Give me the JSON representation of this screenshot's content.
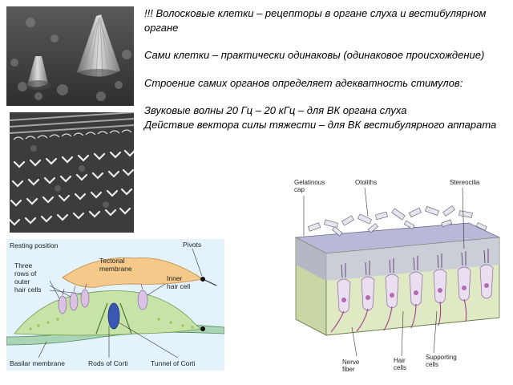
{
  "text": {
    "line1": "!!! Волосковые клетки – рецепторы в органе слуха и вестибулярном органе",
    "line2": "Сами клетки – практически одинаковы (одинаковое происхождение)",
    "line3": "Строение самих органов определяет адекватность стимулов:",
    "line4": "Звуковые волны  20 Гц – 20 кГц – для ВК органа слуха",
    "line5": "Действие вектора силы тяжести – для ВК вестибулярного аппарата"
  },
  "corti_diagram": {
    "resting_position": "Resting position",
    "pivots": "Pivots",
    "tectorial_membrane_1": "Tectorial",
    "tectorial_membrane_2": "membrane",
    "three_rows_1": "Three",
    "three_rows_2": "rows of",
    "three_rows_3": "outer",
    "three_rows_4": "hair cells",
    "inner_hair_cell_1": "Inner",
    "inner_hair_cell_2": "hair cell",
    "basilar_membrane": "Basilar membrane",
    "rods_of_corti": "Rods of Corti",
    "tunnel_of_corti": "Tunnel of Corti"
  },
  "vestibular_diagram": {
    "gelatinous_cap_1": "Gelatinous",
    "gelatinous_cap_2": "cap",
    "otoliths": "Otoliths",
    "stereocilia": "Stereocilia",
    "nerve_fiber_1": "Nerve",
    "nerve_fiber_2": "fiber",
    "hair_cells_1": "Hair",
    "hair_cells_2": "cells",
    "supporting_cells_1": "Supporting",
    "supporting_cells_2": "cells"
  },
  "images": {
    "micro_top": "sem-hair-bundle-photo",
    "micro_mid": "sem-hair-cell-rows-photo"
  }
}
